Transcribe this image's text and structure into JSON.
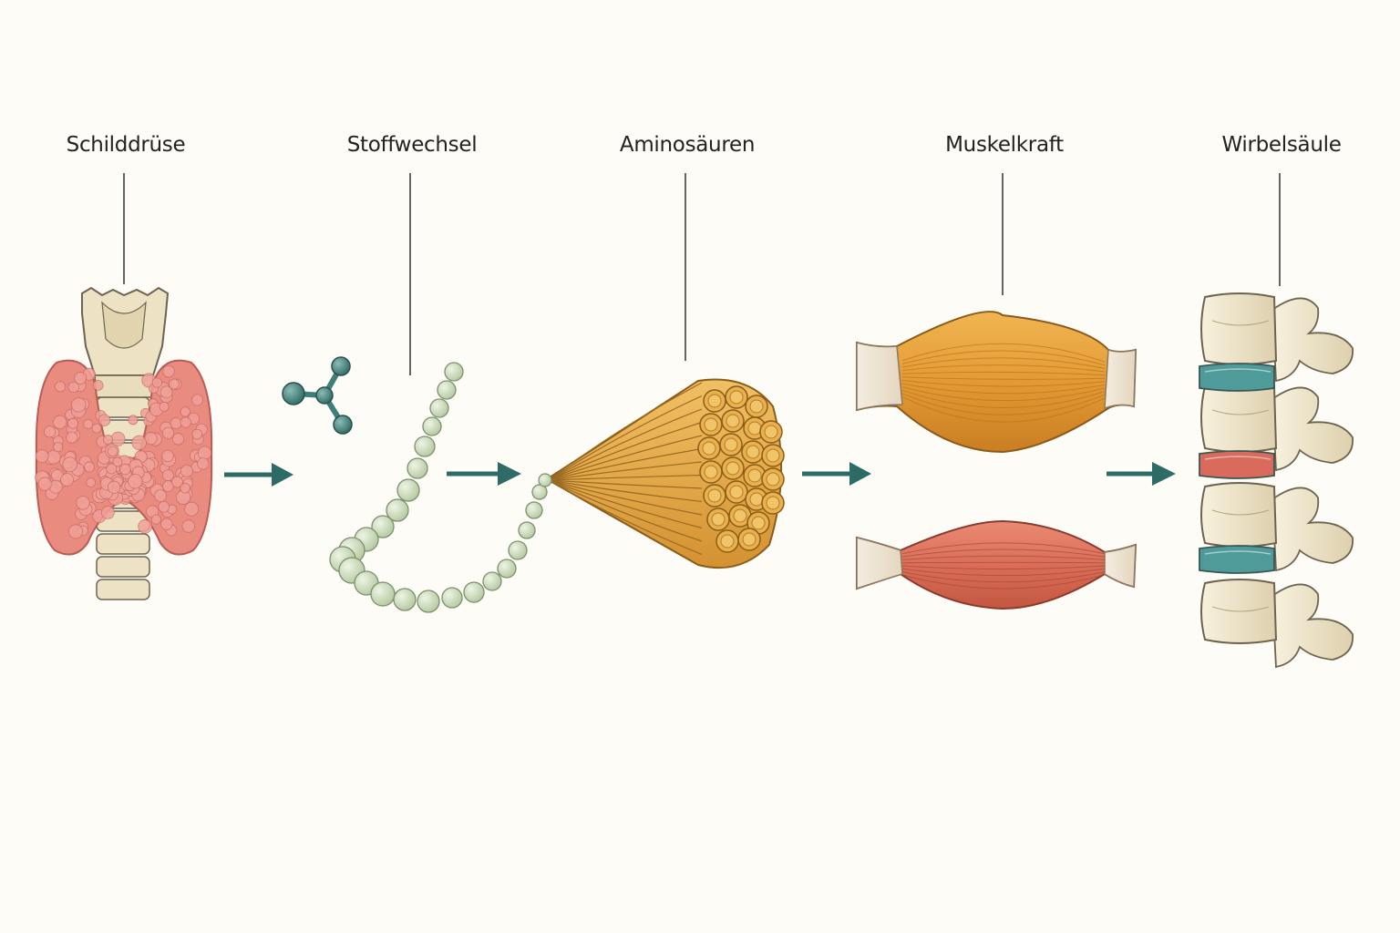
{
  "diagram": {
    "stages": [
      {
        "id": "schilddruese",
        "label": "Schilddrüse",
        "icon": "thyroid-gland-icon"
      },
      {
        "id": "stoffwechsel",
        "label": "Stoffwechsel",
        "icon": "molecule-chain-icon"
      },
      {
        "id": "aminosaeuren",
        "label": "Aminosäuren",
        "icon": "muscle-fiber-bundle-icon"
      },
      {
        "id": "muskelkraft",
        "label": "Muskelkraft",
        "icon": "muscle-pair-icon"
      },
      {
        "id": "wirbelsaeule",
        "label": "Wirbelsäule",
        "icon": "spine-segment-icon"
      }
    ],
    "colors": {
      "arrow": "#2f6b66",
      "thyroid": "#e98c82",
      "cartilage": "#ece3c6",
      "beads": "#c9dbb9",
      "molecule": "#3f7f7a",
      "fiber": "#e2a743",
      "muscle_upper": "#e39a34",
      "muscle_lower": "#dd7560",
      "disc_teal": "#4f9b9a",
      "disc_red": "#d96b5d",
      "bone": "#efe6cc"
    }
  }
}
